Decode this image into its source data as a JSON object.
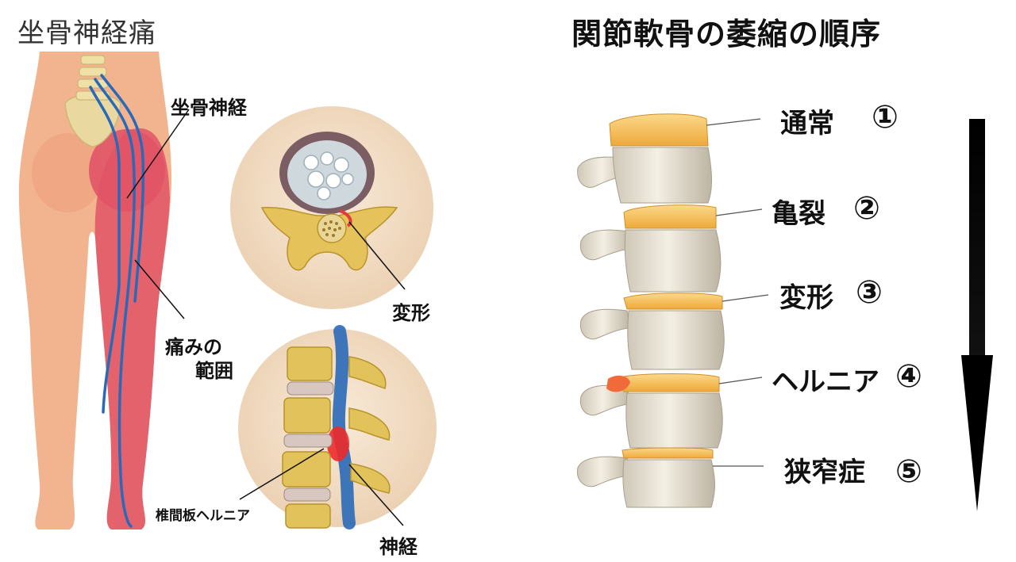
{
  "left": {
    "title": "坐骨神経痛",
    "labels": {
      "sciatic_nerve": "坐骨神経",
      "pain_range_1": "痛みの",
      "pain_range_2": "範囲",
      "deformation": "変形",
      "disc_hernia": "椎間板ヘルニア",
      "nerve": "神経"
    }
  },
  "right": {
    "title": "関節軟骨の萎縮の順序",
    "steps": [
      {
        "label": "通常",
        "number": "①"
      },
      {
        "label": "亀裂",
        "number": "②"
      },
      {
        "label": "変形",
        "number": "③"
      },
      {
        "label": "ヘルニア",
        "number": "④"
      },
      {
        "label": "狭窄症",
        "number": "⑤"
      }
    ]
  },
  "colors": {
    "skin": "#f2b48f",
    "pain": "#e05466",
    "nerve": "#2a69b8",
    "bone": "#e6dfcf",
    "disc": "#f6c35a",
    "circle_bg": "#f1dcc4",
    "vertebra_gold": "#e2c25a"
  }
}
